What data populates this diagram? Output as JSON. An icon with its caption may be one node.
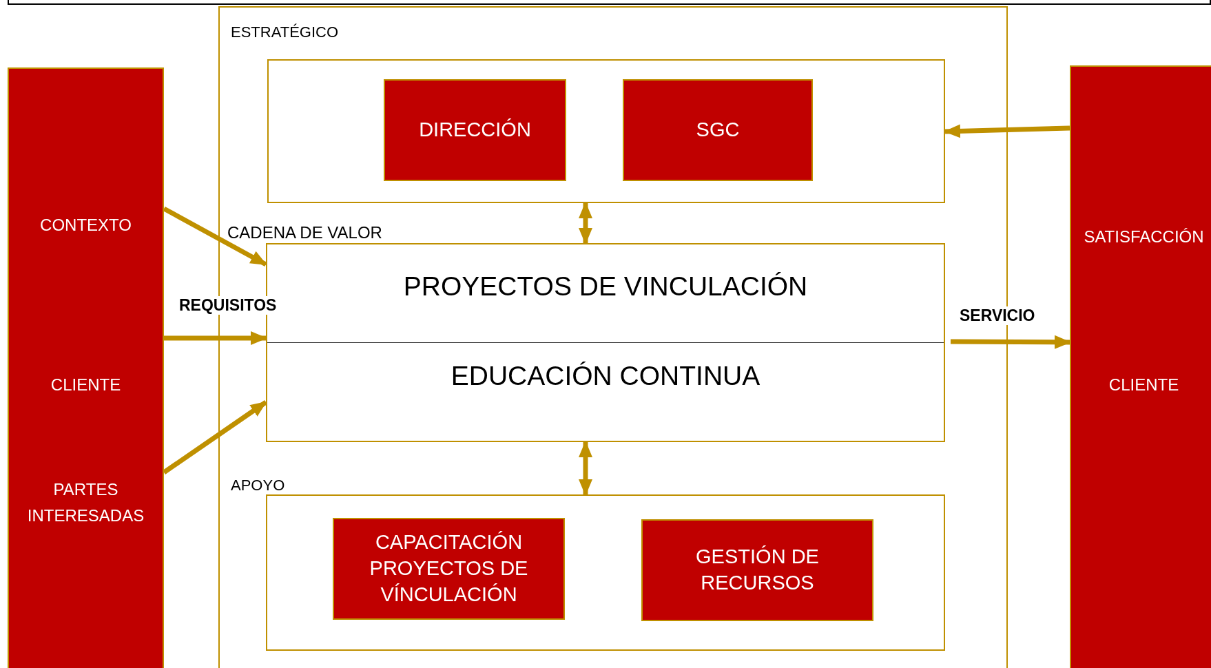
{
  "diagram": {
    "nodes": [
      {
        "text": [
          "CONTEXTO",
          "CLIENTE",
          "PARTES INTERESADAS"
        ]
      },
      {
        "text": [
          "ESTRATÉGICO"
        ]
      },
      {
        "text": [
          "DIRECCIÓN"
        ],
        "in": 1
      },
      {
        "text": [
          "SGC"
        ],
        "in": 1
      },
      {
        "text": [
          "CADENA DE VALOR",
          "PROYECTOS DE VINCULACIÓN",
          "EDUCACIÓN CONTINUA"
        ]
      },
      {
        "text": [
          "APOYO"
        ]
      },
      {
        "text": [
          "CAPACITACIÓN PROYECTOS DE VÍNCULACIÓN"
        ],
        "in": 5
      },
      {
        "text": [
          "GESTIÓN DE RECURSOS"
        ],
        "in": 5
      },
      {
        "text": [
          "SATISFACCIÓN",
          "CLIENTE"
        ]
      }
    ],
    "edges": [
      {
        "from": 0,
        "to": 4,
        "arrow": "to"
      },
      {
        "from": 0,
        "to": 4,
        "arrow": "to",
        "label": "REQUISITOS"
      },
      {
        "from": 0,
        "to": 4,
        "arrow": "to"
      },
      {
        "from": 1,
        "to": 4,
        "arrow": "both"
      },
      {
        "from": 4,
        "to": 5,
        "arrow": "both"
      },
      {
        "from": 8,
        "to": 1,
        "arrow": "to"
      },
      {
        "from": 4,
        "to": 8,
        "arrow": "to",
        "label": "SERVICIO"
      }
    ]
  }
}
